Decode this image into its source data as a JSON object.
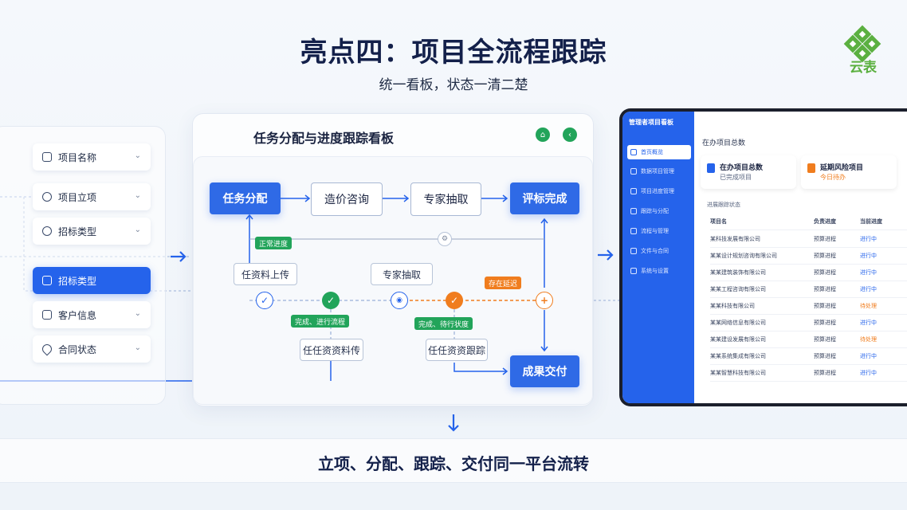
{
  "header": {
    "title": "亮点四：项目全流程跟踪",
    "subtitle": "统一看板，状态一清二楚",
    "logo_text": "云表"
  },
  "left_menu": {
    "items": [
      {
        "label": "项目名称",
        "active": false
      },
      {
        "label": "项目立项",
        "active": false
      },
      {
        "label": "招标类型",
        "active": false
      },
      {
        "label": "招标类型",
        "active": true
      },
      {
        "label": "客户信息",
        "active": false
      },
      {
        "label": "合同状态",
        "active": false
      }
    ]
  },
  "board": {
    "title": "任务分配与进度跟踪看板",
    "nodes": {
      "assign": "任务分配",
      "consult": "造价咨询",
      "expert": "专家抽取",
      "complete": "评标完成",
      "deliver": "成果交付"
    },
    "sub_nodes": {
      "upload": "任资料上传",
      "expert2": "专家抽取",
      "upload2": "任任资资料传",
      "track": "任任资资跟踪"
    },
    "tags": {
      "normal": "正常进度",
      "done_next": "完成、进行流程",
      "done_next2": "完成、待行状度",
      "delayed": "存在延迟"
    }
  },
  "tablet": {
    "header_title": "管理者项目看板",
    "sidebar": [
      "首页概览",
      "数据项目管理",
      "项目进度管理",
      "跟踪与分配",
      "流程与管理",
      "文件与合同",
      "系统与设置"
    ],
    "stats": [
      {
        "title": "在办项目总数",
        "sub": "已完成项目"
      },
      {
        "title": "延期风险项目",
        "sub": "今日待办"
      }
    ],
    "section": "在办项目总数",
    "table_title": "进展跟踪状态",
    "columns": [
      "项目名",
      "负责进度",
      "当前进度"
    ],
    "rows": [
      [
        "某科技发展有限公司",
        "预算进程",
        "进行中"
      ],
      [
        "某某设计规划咨询有限公司",
        "预算进程",
        "进行中"
      ],
      [
        "某某建筑装饰有限公司",
        "预算进程",
        "进行中"
      ],
      [
        "某某工程咨询有限公司",
        "预算进程",
        "进行中"
      ],
      [
        "某某科技有限公司",
        "预算进程",
        "待处理"
      ],
      [
        "某某网络信息有限公司",
        "预算进程",
        "进行中"
      ],
      [
        "某某建设发展有限公司",
        "预算进程",
        "待处理"
      ],
      [
        "某某系统集成有限公司",
        "预算进程",
        "进行中"
      ],
      [
        "某某智慧科技有限公司",
        "预算进程",
        "进行中"
      ]
    ]
  },
  "footer": {
    "text": "立项、分配、跟踪、交付同一平台流转"
  }
}
